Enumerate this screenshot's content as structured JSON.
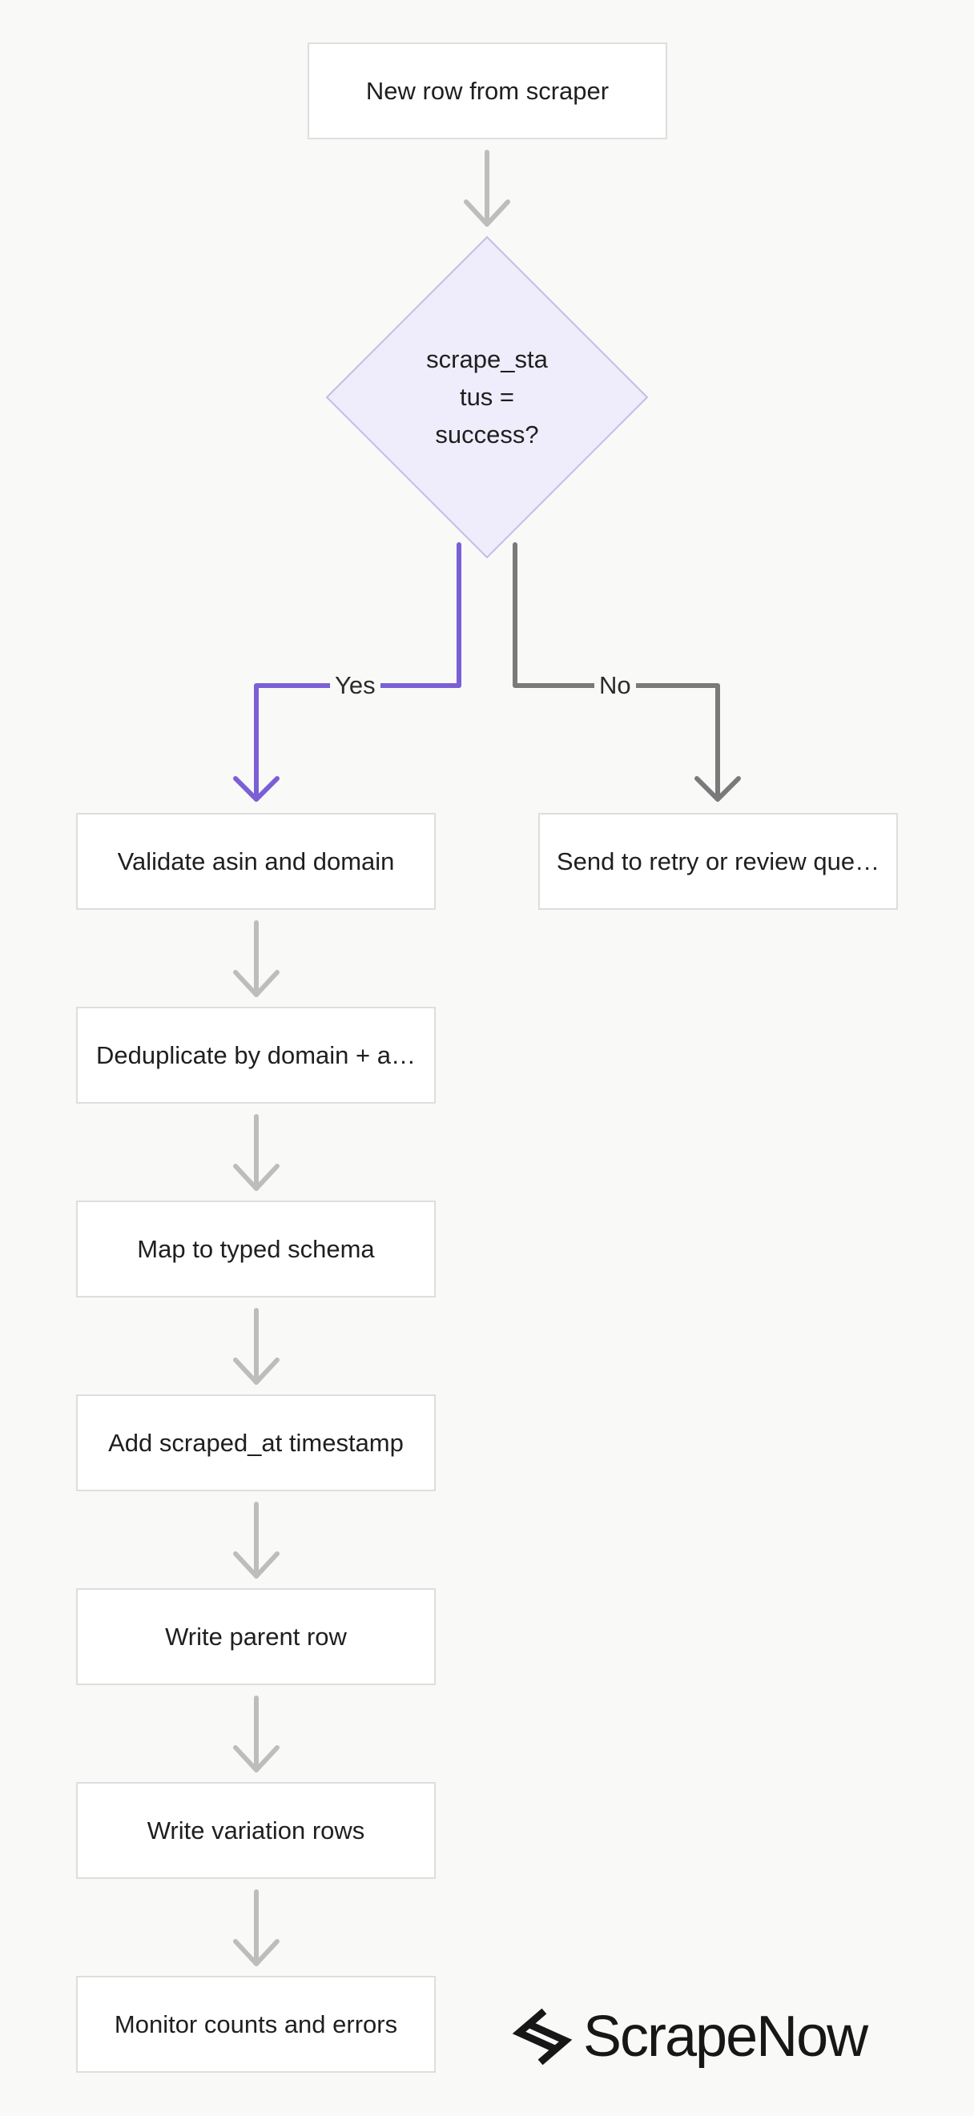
{
  "flowchart": {
    "start": "New row from scraper",
    "decision": {
      "line1": "scrape_sta",
      "line2": "tus =",
      "line3": "success?",
      "yes_label": "Yes",
      "no_label": "No"
    },
    "no_branch": "Send to retry or review que…",
    "yes_steps": [
      "Validate asin and domain",
      "Deduplicate by domain + a…",
      "Map to typed schema",
      "Add scraped_at timestamp",
      "Write parent row",
      "Write variation rows",
      "Monitor counts and errors"
    ]
  },
  "brand": {
    "name": "ScrapeNow",
    "logo_icon": "scrapenow-logo-icon"
  },
  "colors": {
    "yes_edge": "#7b5fd6",
    "no_edge": "#7a7a7a",
    "arrow": "#bdbdbd",
    "decision_fill": "#efecfb",
    "decision_stroke": "#c5bce6",
    "box_border": "#dedede"
  }
}
